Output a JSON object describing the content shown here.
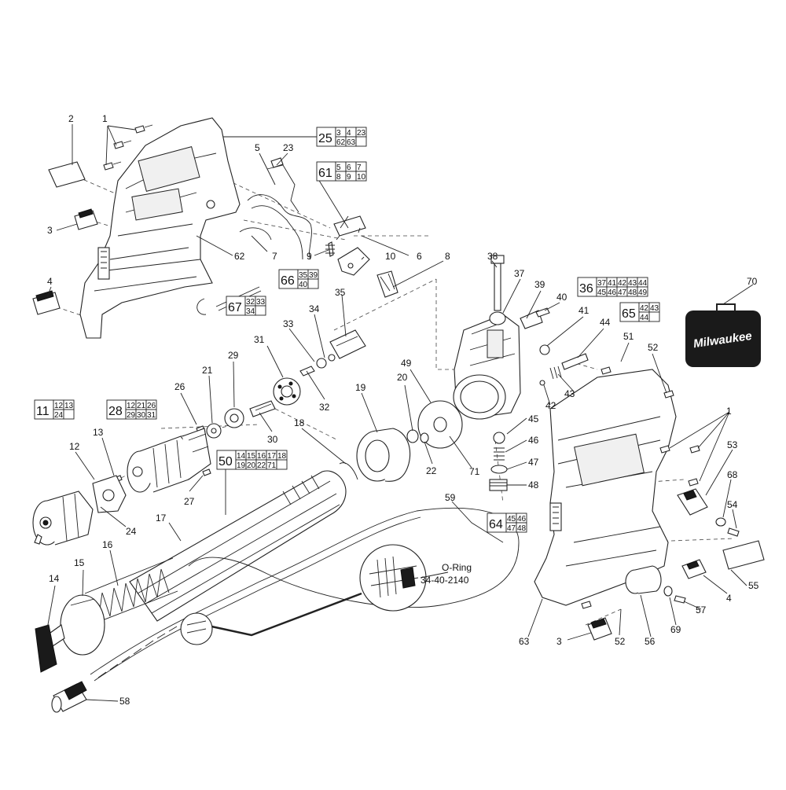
{
  "labels": [
    {
      "id": "1",
      "text": "1"
    },
    {
      "id": "2",
      "text": "2"
    },
    {
      "id": "3",
      "text": "3"
    },
    {
      "id": "4",
      "text": "4"
    },
    {
      "id": "5",
      "text": "5"
    },
    {
      "id": "6",
      "text": "6"
    },
    {
      "id": "7",
      "text": "7"
    },
    {
      "id": "8",
      "text": "8"
    },
    {
      "id": "9",
      "text": "9"
    },
    {
      "id": "10",
      "text": "10"
    },
    {
      "id": "12",
      "text": "12"
    },
    {
      "id": "13",
      "text": "13"
    },
    {
      "id": "14",
      "text": "14"
    },
    {
      "id": "15",
      "text": "15"
    },
    {
      "id": "16",
      "text": "16"
    },
    {
      "id": "17",
      "text": "17"
    },
    {
      "id": "18",
      "text": "18"
    },
    {
      "id": "19",
      "text": "19"
    },
    {
      "id": "20",
      "text": "20"
    },
    {
      "id": "21",
      "text": "21"
    },
    {
      "id": "22",
      "text": "22"
    },
    {
      "id": "23",
      "text": "23"
    },
    {
      "id": "24",
      "text": "24"
    },
    {
      "id": "26",
      "text": "26"
    },
    {
      "id": "27",
      "text": "27"
    },
    {
      "id": "29",
      "text": "29"
    },
    {
      "id": "30",
      "text": "30"
    },
    {
      "id": "31",
      "text": "31"
    },
    {
      "id": "32",
      "text": "32"
    },
    {
      "id": "33",
      "text": "33"
    },
    {
      "id": "34",
      "text": "34"
    },
    {
      "id": "35",
      "text": "35"
    },
    {
      "id": "37",
      "text": "37"
    },
    {
      "id": "38",
      "text": "38"
    },
    {
      "id": "39",
      "text": "39"
    },
    {
      "id": "40",
      "text": "40"
    },
    {
      "id": "41",
      "text": "41"
    },
    {
      "id": "42",
      "text": "42"
    },
    {
      "id": "43",
      "text": "43"
    },
    {
      "id": "44",
      "text": "44"
    },
    {
      "id": "45",
      "text": "45"
    },
    {
      "id": "46",
      "text": "46"
    },
    {
      "id": "47",
      "text": "47"
    },
    {
      "id": "48",
      "text": "48"
    },
    {
      "id": "49",
      "text": "49"
    },
    {
      "id": "51",
      "text": "51"
    },
    {
      "id": "52a",
      "text": "52"
    },
    {
      "id": "52b",
      "text": "52"
    },
    {
      "id": "53",
      "text": "53"
    },
    {
      "id": "54",
      "text": "54"
    },
    {
      "id": "55",
      "text": "55"
    },
    {
      "id": "56",
      "text": "56"
    },
    {
      "id": "57",
      "text": "57"
    },
    {
      "id": "58",
      "text": "58"
    },
    {
      "id": "59",
      "text": "59"
    },
    {
      "id": "62",
      "text": "62"
    },
    {
      "id": "63",
      "text": "63"
    },
    {
      "id": "68",
      "text": "68"
    },
    {
      "id": "69",
      "text": "69"
    },
    {
      "id": "70",
      "text": "70"
    },
    {
      "id": "71",
      "text": "71"
    },
    {
      "id": "1b",
      "text": "1"
    },
    {
      "id": "3b",
      "text": "3"
    },
    {
      "id": "4b",
      "text": "4"
    }
  ],
  "groups": [
    {
      "id": "25",
      "main": "25",
      "rows": [
        [
          "3",
          "4",
          "23"
        ],
        [
          "62",
          "63",
          ""
        ]
      ]
    },
    {
      "id": "61",
      "main": "61",
      "rows": [
        [
          "5",
          "6",
          "7"
        ],
        [
          "8",
          "9",
          "10"
        ]
      ]
    },
    {
      "id": "66",
      "main": "66",
      "rows": [
        [
          "35",
          "39"
        ],
        [
          "40",
          ""
        ]
      ]
    },
    {
      "id": "67",
      "main": "67",
      "rows": [
        [
          "32",
          "33"
        ],
        [
          "34",
          ""
        ]
      ]
    },
    {
      "id": "36",
      "main": "36",
      "rows": [
        [
          "37",
          "41",
          "42",
          "43",
          "44"
        ],
        [
          "45",
          "46",
          "47",
          "48",
          "49"
        ]
      ]
    },
    {
      "id": "65",
      "main": "65",
      "rows": [
        [
          "42",
          "43"
        ],
        [
          "44",
          ""
        ]
      ]
    },
    {
      "id": "11",
      "main": "11",
      "rows": [
        [
          "12",
          "13"
        ],
        [
          "24",
          ""
        ]
      ]
    },
    {
      "id": "28",
      "main": "28",
      "rows": [
        [
          "12",
          "21",
          "26"
        ],
        [
          "29",
          "30",
          "31"
        ]
      ]
    },
    {
      "id": "50",
      "main": "50",
      "rows": [
        [
          "14",
          "15",
          "16",
          "17",
          "18"
        ],
        [
          "19",
          "20",
          "22",
          "71",
          ""
        ]
      ]
    },
    {
      "id": "64",
      "main": "64",
      "rows": [
        [
          "45",
          "46"
        ],
        [
          "47",
          "48"
        ]
      ]
    }
  ],
  "oring": {
    "line1": "O-Ring",
    "line2": "34-40-2140"
  },
  "brand": {
    "logo_text": "Milwaukee",
    "case_color": "#1a1a1a"
  }
}
